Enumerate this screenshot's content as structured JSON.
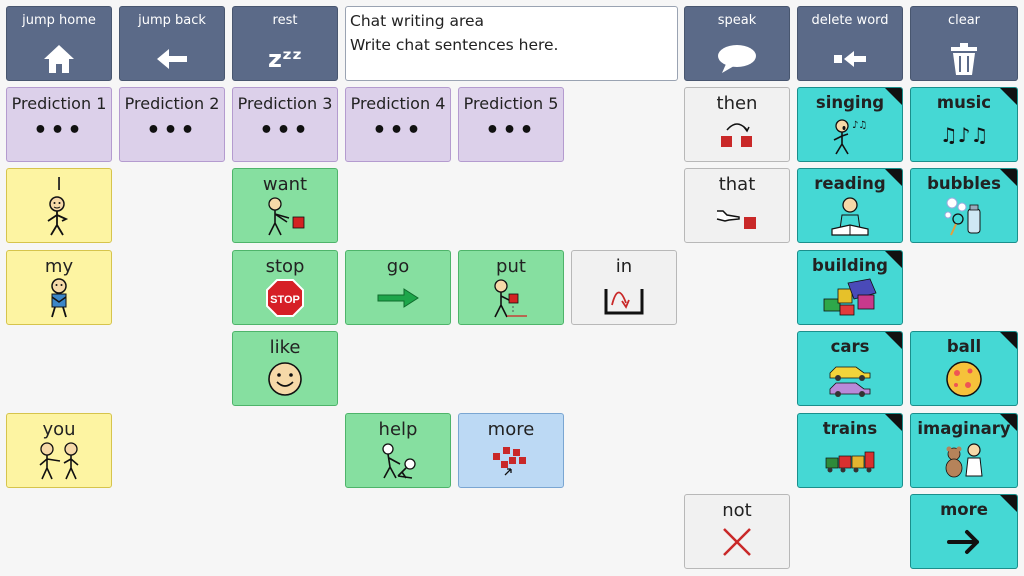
{
  "toolbar": {
    "jump_home": "jump home",
    "jump_back": "jump back",
    "rest": "rest",
    "rest_glyph": "zᶻᶻ",
    "speak": "speak",
    "delete_word": "delete word",
    "clear": "clear"
  },
  "chat": {
    "title": "Chat writing area",
    "hint": "Write chat sentences here."
  },
  "predictions": [
    "Prediction 1",
    "Prediction 2",
    "Prediction 3",
    "Prediction 4",
    "Prediction 5"
  ],
  "prediction_placeholder": "•••",
  "words": {
    "i": "I",
    "my": "my",
    "you": "you",
    "want": "want",
    "stop": "stop",
    "stop_sign": "STOP",
    "like": "like",
    "go": "go",
    "put": "put",
    "help": "help",
    "more_small": "more",
    "in": "in",
    "then": "then",
    "that": "that",
    "not": "not"
  },
  "folders": {
    "singing": "singing",
    "music": "music",
    "reading": "reading",
    "bubbles": "bubbles",
    "building": "building",
    "cars": "cars",
    "ball": "ball",
    "trains": "trains",
    "imaginary": "imaginary",
    "more": "more"
  },
  "colors": {
    "toolbar": "#5b6a88",
    "prediction": "#dcd0ea",
    "pronoun": "#fdf4a2",
    "verb": "#86dfa0",
    "descriptor": "#bcd9f4",
    "little_word": "#f1f1f1",
    "folder": "#45d8d4"
  }
}
